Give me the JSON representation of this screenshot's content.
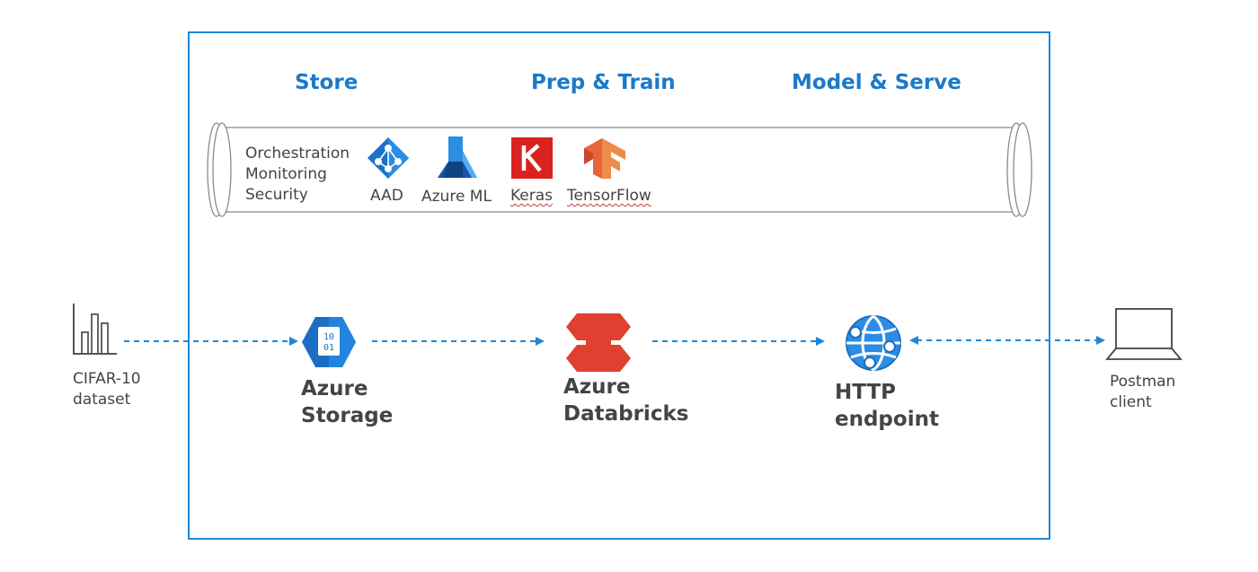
{
  "stages": [
    "Store",
    "Prep & Train",
    "Model & Serve"
  ],
  "pipe": {
    "capabilities": [
      "Orchestration",
      "Monitoring",
      "Security"
    ],
    "tools": [
      {
        "name": "AAD",
        "icon": "aad-icon"
      },
      {
        "name": "Azure ML",
        "icon": "azure-ml-icon"
      },
      {
        "name": "Keras",
        "icon": "keras-icon"
      },
      {
        "name": "TensorFlow",
        "icon": "tensorflow-icon"
      }
    ]
  },
  "nodes": {
    "dataset": {
      "line1": "CIFAR-10",
      "line2": "dataset",
      "icon": "bar-chart-icon"
    },
    "storage": {
      "line1": "Azure",
      "line2": "Storage",
      "icon_text_top": "10",
      "icon_text_bottom": "01",
      "icon": "azure-storage-icon"
    },
    "databricks": {
      "line1": "Azure",
      "line2": "Databricks",
      "icon": "databricks-icon"
    },
    "endpoint": {
      "line1": "HTTP",
      "line2": "endpoint",
      "icon": "globe-icon"
    },
    "client": {
      "line1": "Postman",
      "line2": "client",
      "icon": "laptop-icon"
    }
  },
  "colors": {
    "frame": "#1e86d6",
    "stage_text": "#1c79c9",
    "arrow": "#1e86d6",
    "databricks": "#e0402f",
    "keras": "#d9221f",
    "tensorflow": "#e8643a",
    "azure_blue": "#1a73c8"
  }
}
